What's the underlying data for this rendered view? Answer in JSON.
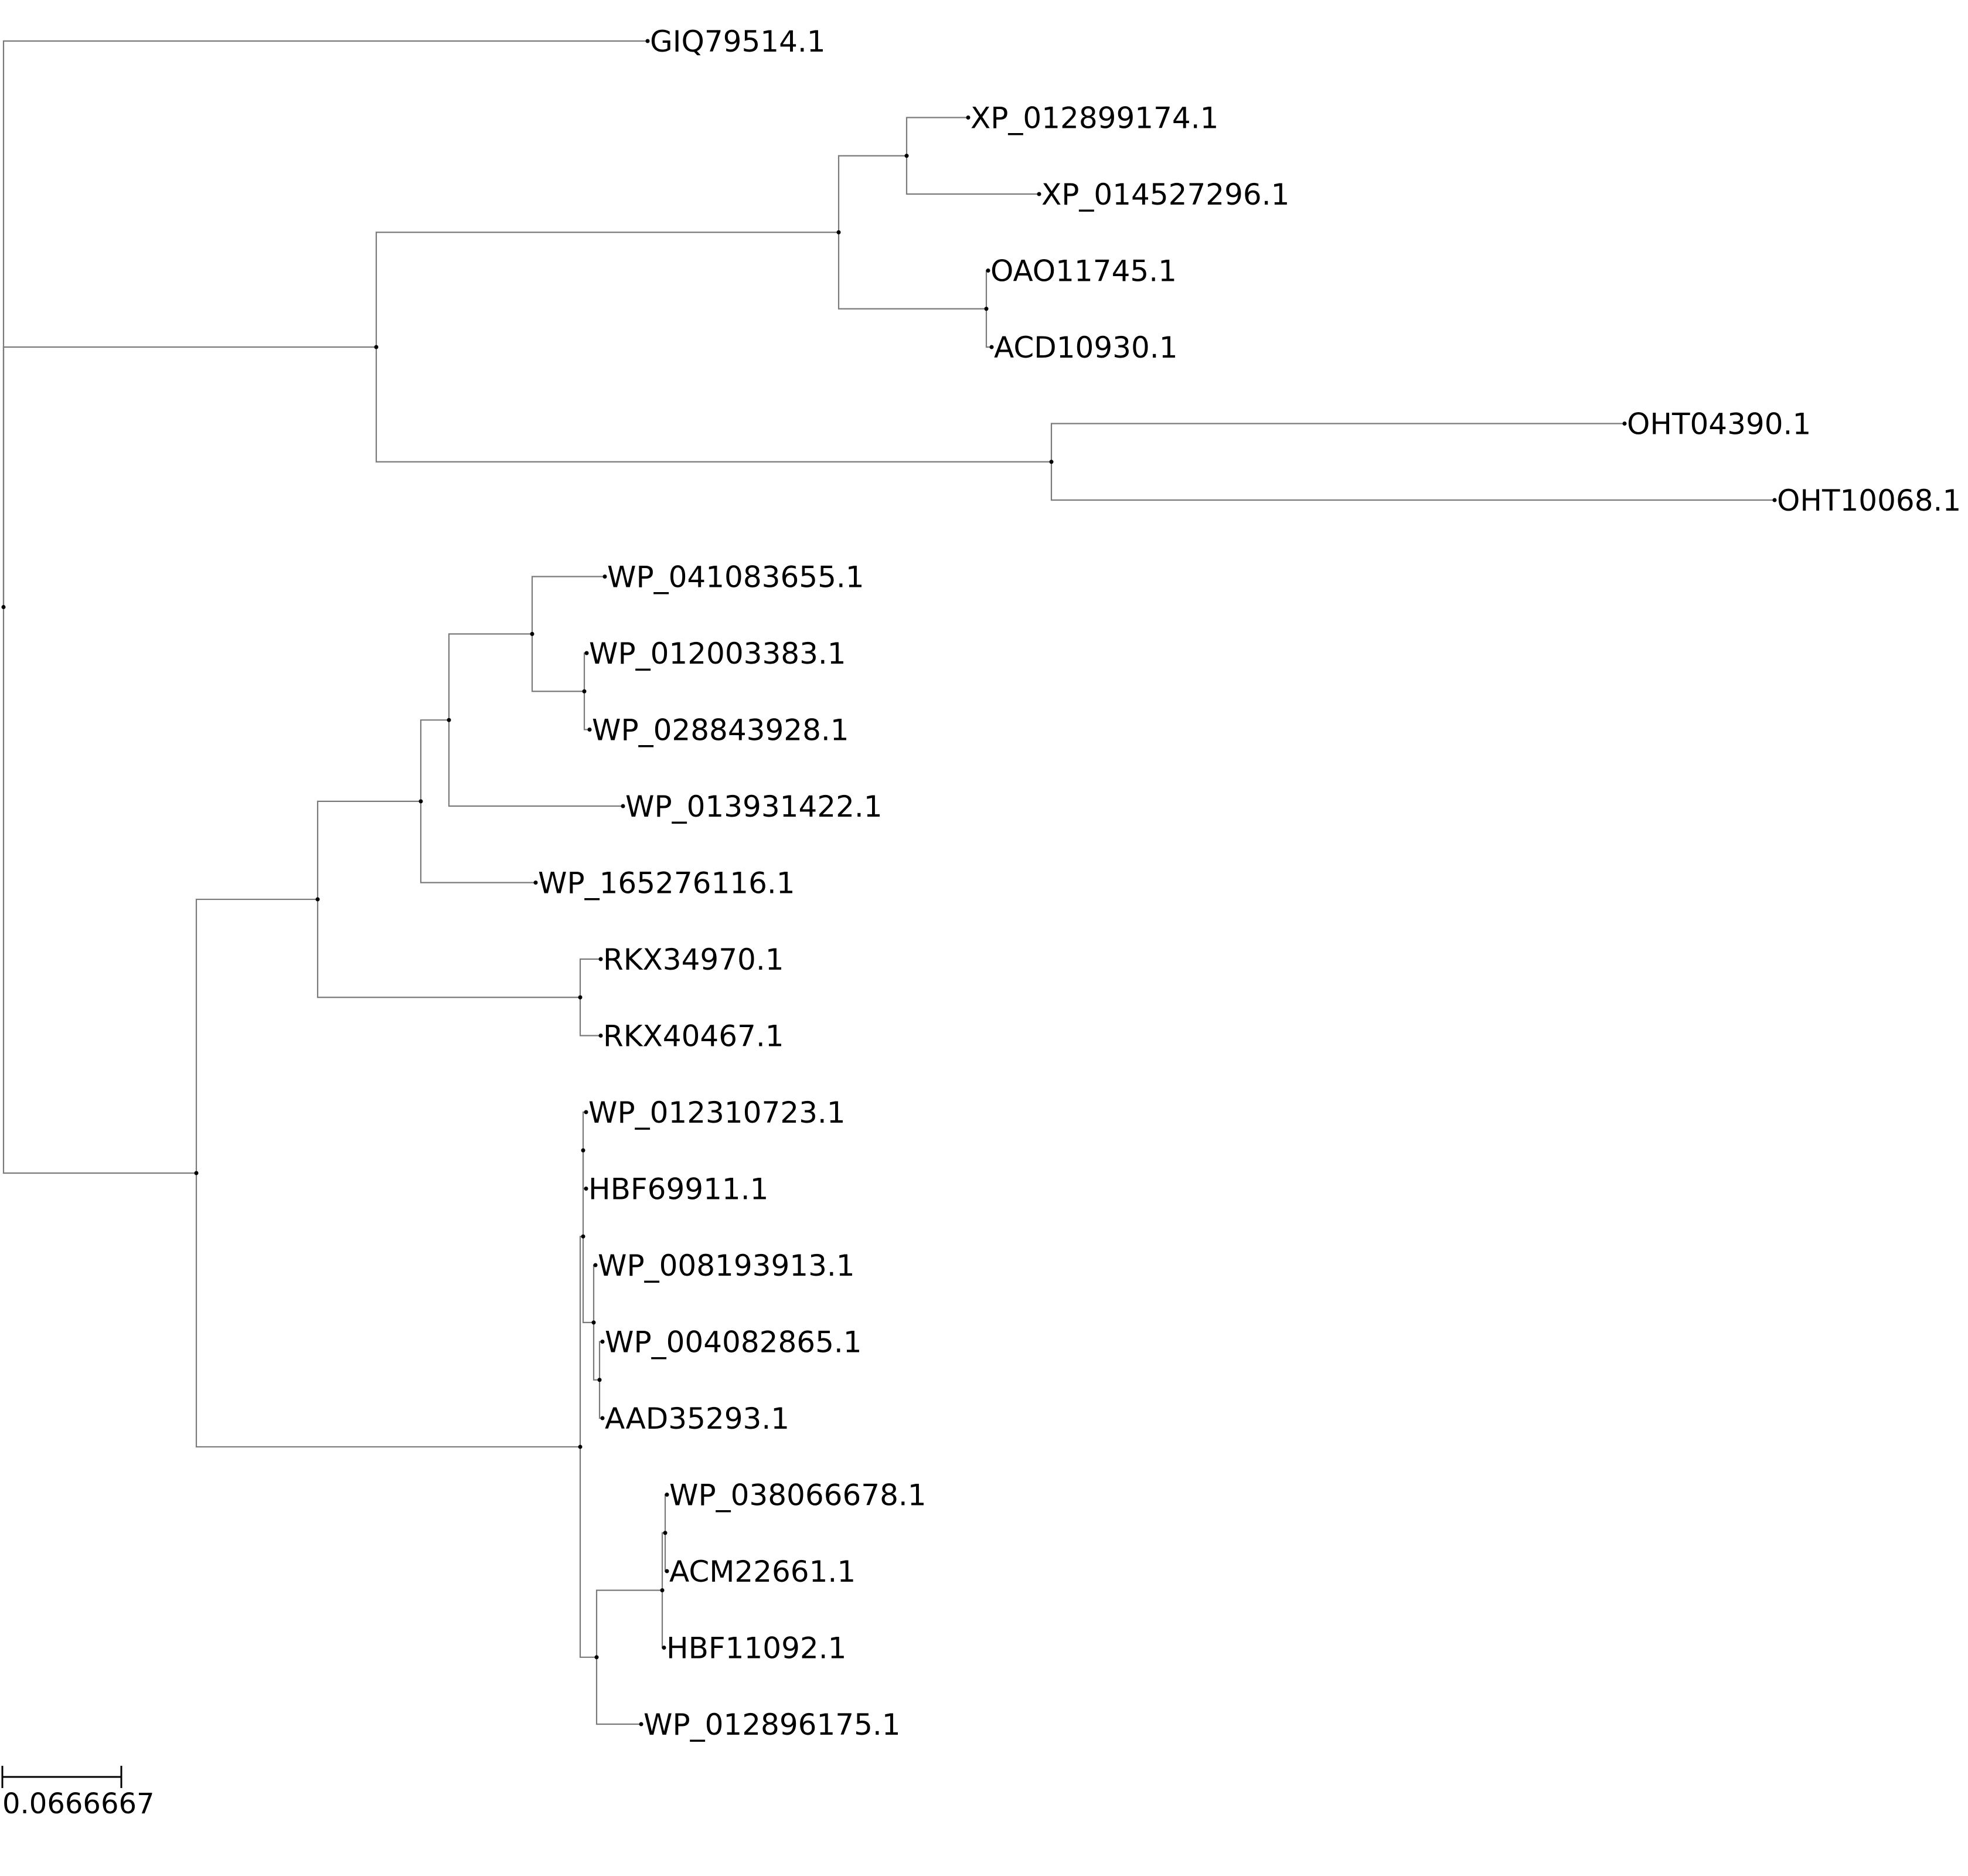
{
  "tree": {
    "id": "root",
    "children": [
      {
        "id": "GIQ79514.1",
        "label": "GIQ79514.1"
      },
      {
        "id": "n_upper",
        "children": [
          {
            "id": "n_xp_oao",
            "children": [
              {
                "id": "n_xp",
                "children": [
                  {
                    "id": "XP_012899174.1",
                    "label": "XP_012899174.1"
                  },
                  {
                    "id": "XP_014527296.1",
                    "label": "XP_014527296.1"
                  }
                ]
              },
              {
                "id": "n_oao",
                "children": [
                  {
                    "id": "OAO11745.1",
                    "label": "OAO11745.1"
                  },
                  {
                    "id": "ACD10930.1",
                    "label": "ACD10930.1"
                  }
                ]
              }
            ]
          },
          {
            "id": "n_oht",
            "children": [
              {
                "id": "OHT04390.1",
                "label": "OHT04390.1"
              },
              {
                "id": "OHT10068.1",
                "label": "OHT10068.1"
              }
            ]
          }
        ]
      },
      {
        "id": "n_lower",
        "children": [
          {
            "id": "n_wp_rkx",
            "children": [
              {
                "id": "n_wp5",
                "children": [
                  {
                    "id": "n_wp4",
                    "children": [
                      {
                        "id": "n_wp3",
                        "children": [
                          {
                            "id": "WP_041083655.1",
                            "label": "WP_041083655.1"
                          },
                          {
                            "id": "n_wp2",
                            "children": [
                              {
                                "id": "WP_012003383.1",
                                "label": "WP_012003383.1"
                              },
                              {
                                "id": "WP_028843928.1",
                                "label": "WP_028843928.1"
                              }
                            ]
                          }
                        ]
                      },
                      {
                        "id": "WP_013931422.1",
                        "label": "WP_013931422.1"
                      }
                    ]
                  },
                  {
                    "id": "WP_165276116.1",
                    "label": "WP_165276116.1"
                  }
                ]
              },
              {
                "id": "n_rkx",
                "children": [
                  {
                    "id": "RKX34970.1",
                    "label": "RKX34970.1"
                  },
                  {
                    "id": "RKX40467.1",
                    "label": "RKX40467.1"
                  }
                ]
              }
            ]
          },
          {
            "id": "n_big",
            "children": [
              {
                "id": "n_top",
                "children": [
                  {
                    "id": "n_wp_hbf",
                    "children": [
                      {
                        "id": "WP_012310723.1",
                        "label": "WP_012310723.1"
                      },
                      {
                        "id": "HBF69911.1",
                        "label": "HBF69911.1"
                      }
                    ]
                  },
                  {
                    "id": "n_wp8",
                    "children": [
                      {
                        "id": "WP_008193913.1",
                        "label": "WP_008193913.1"
                      },
                      {
                        "id": "n_wp_aad",
                        "children": [
                          {
                            "id": "WP_004082865.1",
                            "label": "WP_004082865.1"
                          },
                          {
                            "id": "AAD35293.1",
                            "label": "AAD35293.1"
                          }
                        ]
                      }
                    ]
                  }
                ]
              },
              {
                "id": "n_bottom",
                "children": [
                  {
                    "id": "n_acm",
                    "children": [
                      {
                        "id": "n_wp38",
                        "children": [
                          {
                            "id": "WP_038066678.1",
                            "label": "WP_038066678.1"
                          },
                          {
                            "id": "ACM22661.1",
                            "label": "ACM22661.1"
                          }
                        ]
                      },
                      {
                        "id": "HBF11092.1",
                        "label": "HBF11092.1"
                      }
                    ]
                  },
                  {
                    "id": "WP_012896175.1",
                    "label": "WP_012896175.1"
                  }
                ]
              }
            ]
          }
        ]
      }
    ]
  },
  "scale_bar": {
    "label": "0.0666667",
    "value": 0.0666667
  },
  "colors": {
    "branch": "#7a7a7a",
    "node": "#000000",
    "text": "#000000"
  }
}
